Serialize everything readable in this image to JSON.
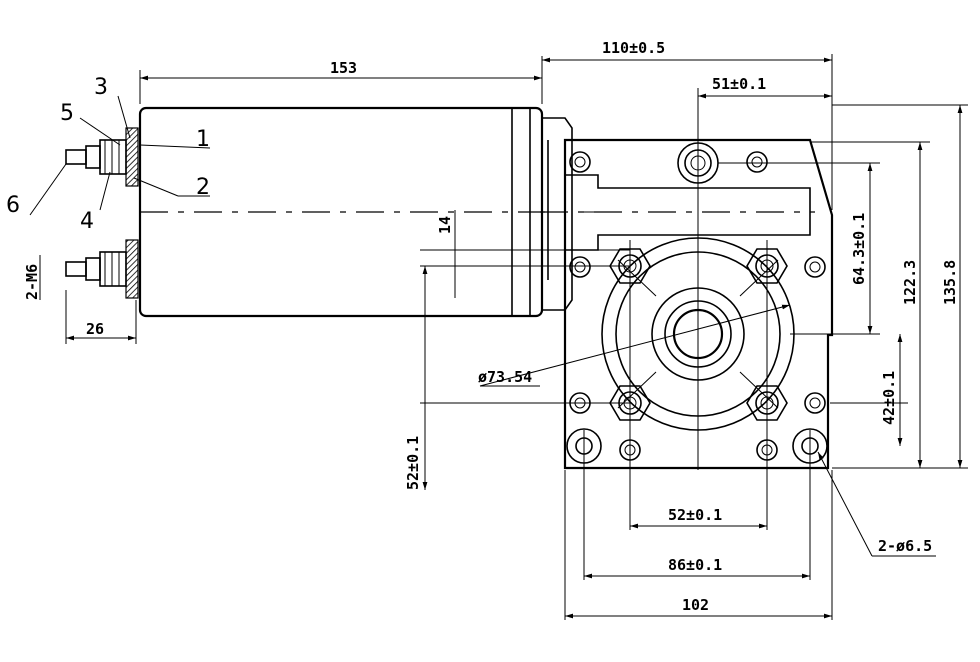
{
  "dimensions": {
    "motor_length": "153",
    "gearbox_width": "110±0.5",
    "shaft_offset_top": "51±0.1",
    "terminal_height": "14",
    "terminal_spacing": "26",
    "terminal_thread": "2-M6",
    "vertical_64": "64.3±0.1",
    "vertical_122": "122.3",
    "vertical_135": "135.8",
    "flange_diameter": "ø73.54",
    "vertical_42": "42±0.1",
    "vertical_52": "52±0.1",
    "bolt_spacing_52": "52±0.1",
    "bolt_spacing_86": "86±0.1",
    "base_width": "102",
    "mount_holes": "2-ø6.5"
  },
  "callouts": [
    "1",
    "2",
    "3",
    "4",
    "5",
    "6"
  ]
}
